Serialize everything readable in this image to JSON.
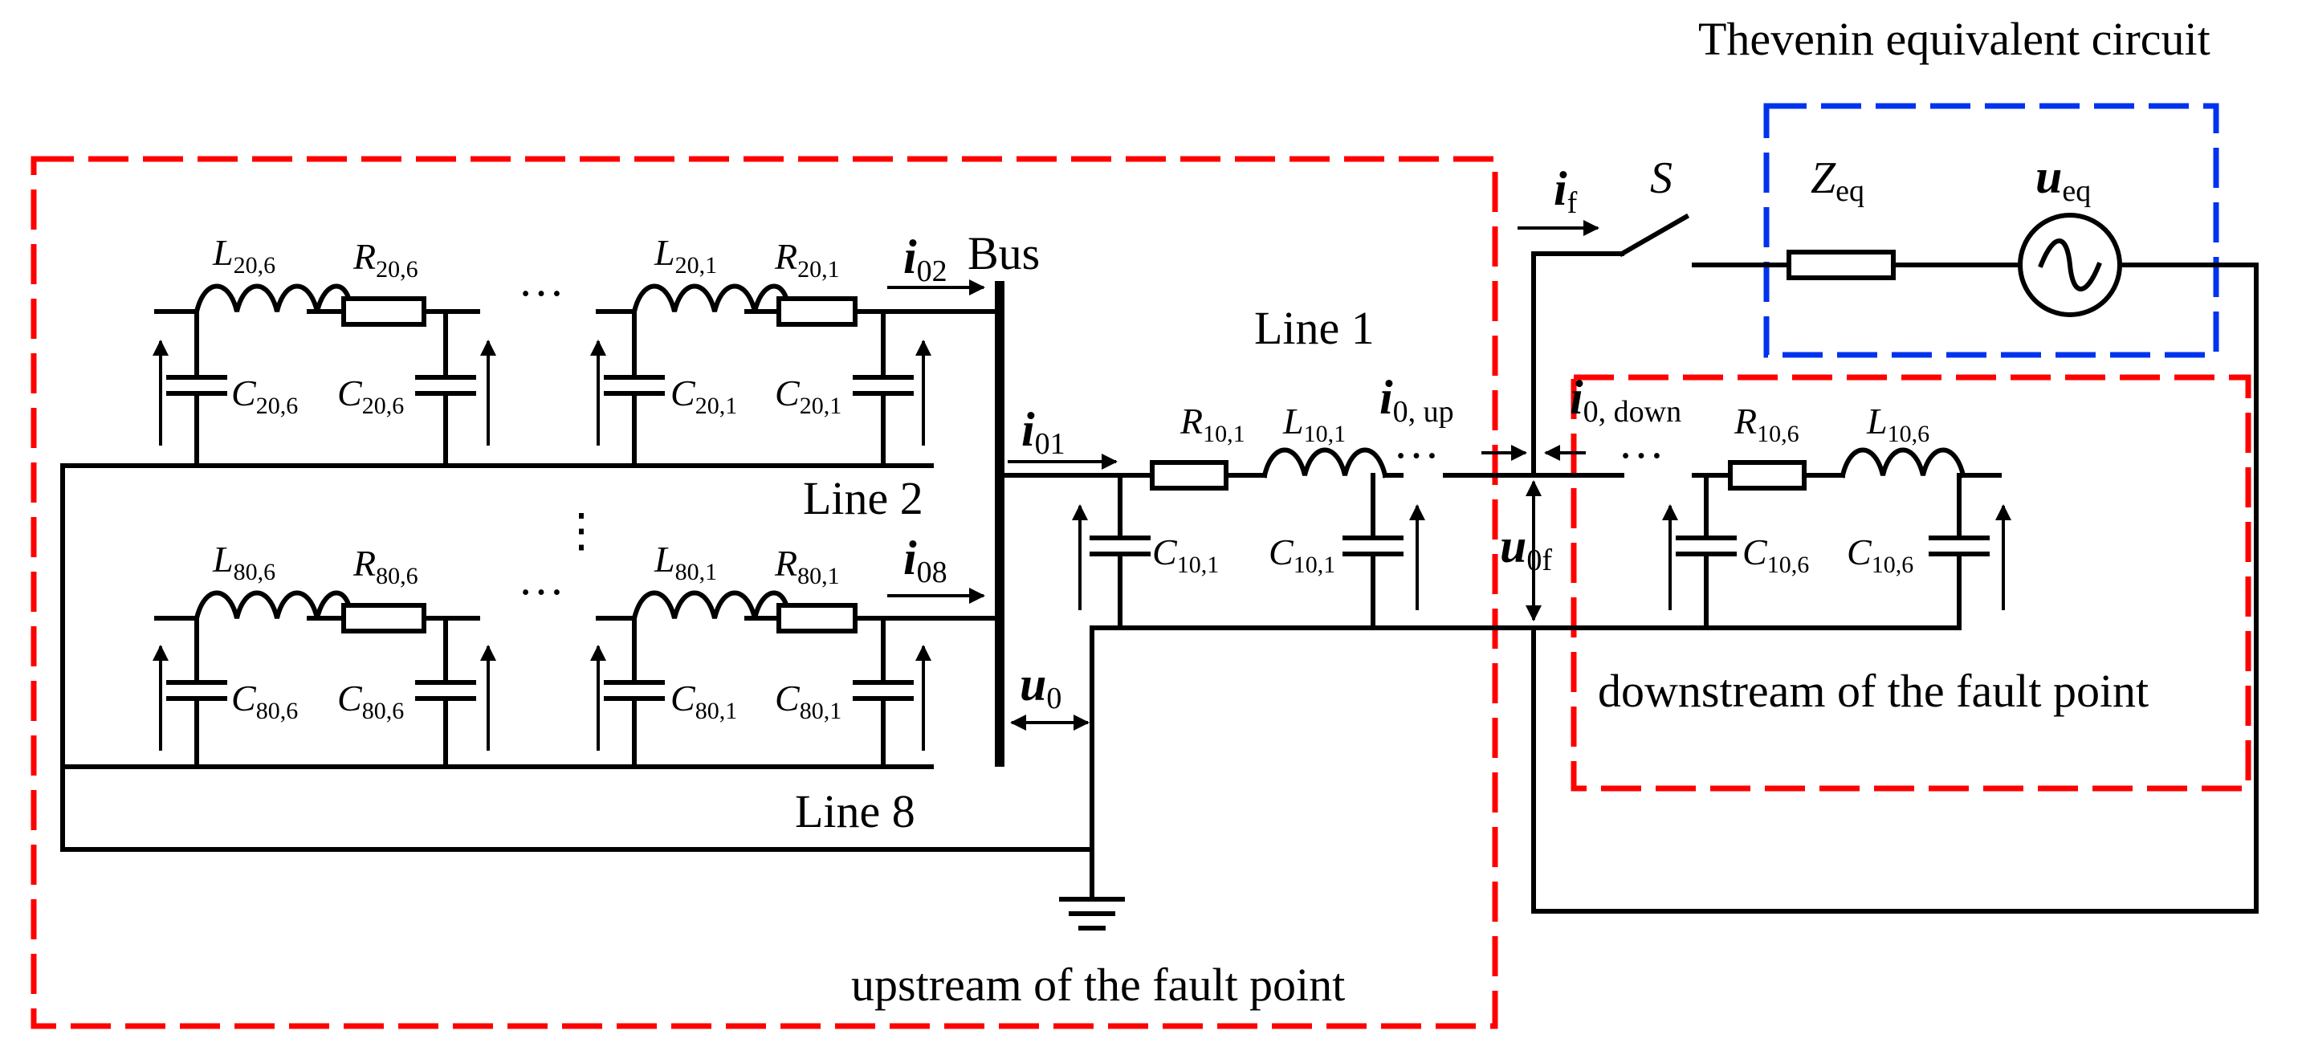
{
  "labels": {
    "thevenin": "Thevenin equivalent circuit",
    "upstream": "upstream of the fault point",
    "downstream": "downstream of the fault point",
    "bus": "Bus",
    "line1": "Line 1",
    "line2": "Line 2",
    "line8": "Line 8",
    "dots": "…",
    "vdots": "⋮"
  },
  "components": {
    "L20_6": {
      "base": "L",
      "sub": "20,6"
    },
    "R20_6": {
      "base": "R",
      "sub": "20,6"
    },
    "L20_1": {
      "base": "L",
      "sub": "20,1"
    },
    "R20_1": {
      "base": "R",
      "sub": "20,1"
    },
    "C20_6": {
      "base": "C",
      "sub": "20,6"
    },
    "C20_1": {
      "base": "C",
      "sub": "20,1"
    },
    "L80_6": {
      "base": "L",
      "sub": "80,6"
    },
    "R80_6": {
      "base": "R",
      "sub": "80,6"
    },
    "L80_1": {
      "base": "L",
      "sub": "80,1"
    },
    "R80_1": {
      "base": "R",
      "sub": "80,1"
    },
    "C80_6": {
      "base": "C",
      "sub": "80,6"
    },
    "C80_1": {
      "base": "C",
      "sub": "80,1"
    },
    "R10_1": {
      "base": "R",
      "sub": "10,1"
    },
    "L10_1": {
      "base": "L",
      "sub": "10,1"
    },
    "C10_1": {
      "base": "C",
      "sub": "10,1"
    },
    "R10_6": {
      "base": "R",
      "sub": "10,6"
    },
    "L10_6": {
      "base": "L",
      "sub": "10,6"
    },
    "C10_6": {
      "base": "C",
      "sub": "10,6"
    }
  },
  "currents": {
    "i02": {
      "base": "i",
      "sub": "02"
    },
    "i01": {
      "base": "i",
      "sub": "01"
    },
    "i08": {
      "base": "i",
      "sub": "08"
    },
    "if": {
      "base": "i",
      "sub": "f"
    },
    "i0up": {
      "base": "i",
      "sub": "0, up"
    },
    "i0down": {
      "base": "i",
      "sub": "0, down"
    }
  },
  "voltages": {
    "u0": {
      "base": "u",
      "sub": "0"
    },
    "u0f": {
      "base": "u",
      "sub": "0f"
    },
    "ueq": {
      "base": "u",
      "sub": "eq"
    }
  },
  "thevenin": {
    "Zeq": {
      "base": "Z",
      "sub": "eq"
    },
    "S": "S"
  },
  "colors": {
    "upstream_box": "#ff0000",
    "downstream_box": "#ff0000",
    "thevenin_box": "#0033ee",
    "wires": "#000000"
  }
}
